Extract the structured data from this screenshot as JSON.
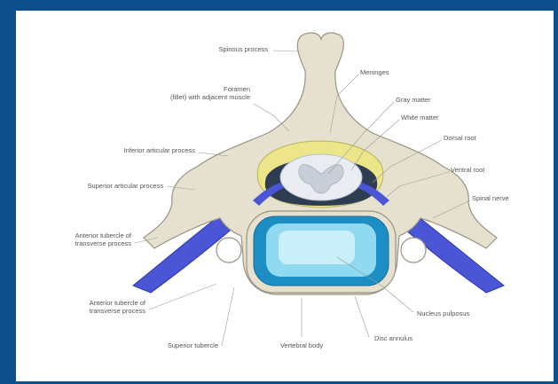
{
  "labels": {
    "spinous_process": "Spinous process",
    "meninges": "Meninges",
    "gray_matter": "Gray matter",
    "white_matter": "White matter",
    "dorsal_root": "Dorsal root",
    "ventral_root": "Ventral root",
    "spinal_nerve": "Spinal nerve",
    "foramen": "Foramen\n(fillet) with adjacent muscle",
    "inferior_articular_process": "Inferior articular process",
    "superior_articular_process": "Superior articular process",
    "anterior_tubercle_1": "Anterior tubercle of\ntransverse process",
    "anterior_tubercle_2": "Anterior tubercle of\ntransverse process",
    "superior_tubercle": "Superior tubercle",
    "vertebral_body": "Vertebral body",
    "disc_annulus": "Disc annulus",
    "nucleus_pulposus": "Nucleus pulposus"
  },
  "colors": {
    "frame": "#0c4f8c",
    "bone": "#e6e1cf",
    "bone_stroke": "#9a9384",
    "nerve": "#4a56d6",
    "dura": "#ece58a",
    "cord_dark": "#2f3d52",
    "disc": "#1d8ec4",
    "disc_inner": "#8fdaf0"
  }
}
